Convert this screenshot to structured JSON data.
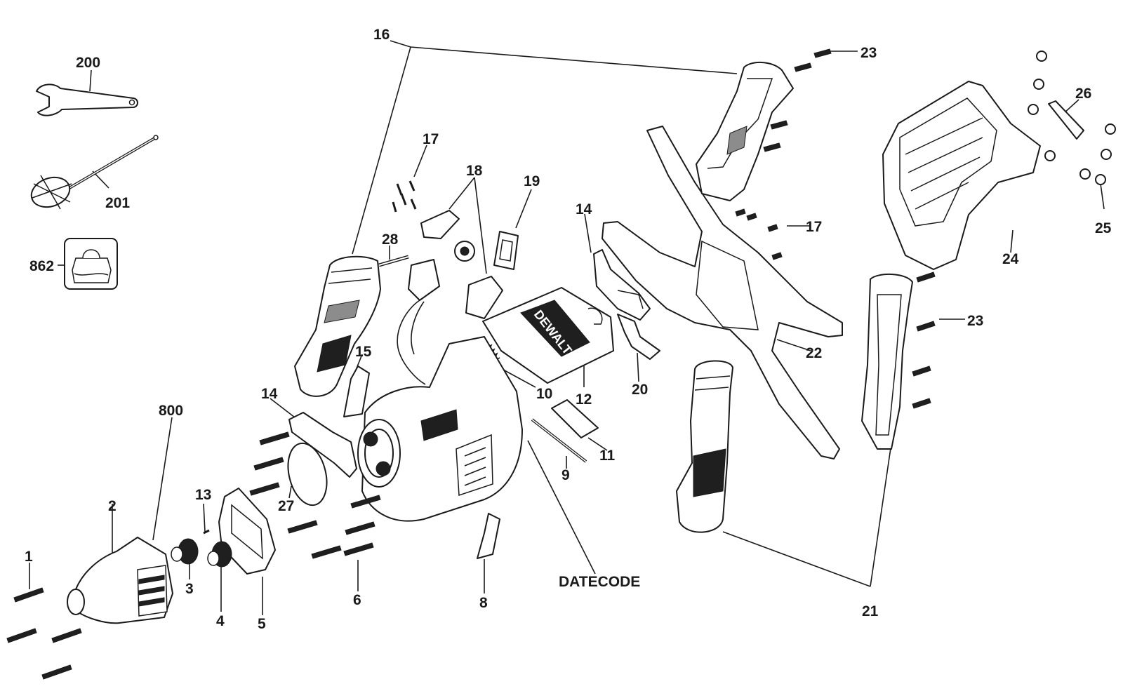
{
  "diagram": {
    "brand_logo": "DEWALT",
    "callouts": [
      {
        "id": "c-16",
        "text": "16"
      },
      {
        "id": "c-200",
        "text": "200"
      },
      {
        "id": "c-201",
        "text": "201"
      },
      {
        "id": "c-862",
        "text": "862"
      },
      {
        "id": "c-17a",
        "text": "17"
      },
      {
        "id": "c-18",
        "text": "18"
      },
      {
        "id": "c-19",
        "text": "19"
      },
      {
        "id": "c-28",
        "text": "28"
      },
      {
        "id": "c-14a",
        "text": "14"
      },
      {
        "id": "c-14b",
        "text": "14"
      },
      {
        "id": "c-23a",
        "text": "23"
      },
      {
        "id": "c-23b",
        "text": "23"
      },
      {
        "id": "c-26",
        "text": "26"
      },
      {
        "id": "c-17b",
        "text": "17"
      },
      {
        "id": "c-25",
        "text": "25"
      },
      {
        "id": "c-24",
        "text": "24"
      },
      {
        "id": "c-22",
        "text": "22"
      },
      {
        "id": "c-15",
        "text": "15"
      },
      {
        "id": "c-10",
        "text": "10"
      },
      {
        "id": "c-12",
        "text": "12"
      },
      {
        "id": "c-20",
        "text": "20"
      },
      {
        "id": "c-800",
        "text": "800"
      },
      {
        "id": "c-11",
        "text": "11"
      },
      {
        "id": "c-9",
        "text": "9"
      },
      {
        "id": "c-27",
        "text": "27"
      },
      {
        "id": "c-13",
        "text": "13"
      },
      {
        "id": "c-2",
        "text": "2"
      },
      {
        "id": "c-1",
        "text": "1"
      },
      {
        "id": "c-3",
        "text": "3"
      },
      {
        "id": "c-4",
        "text": "4"
      },
      {
        "id": "c-5",
        "text": "5"
      },
      {
        "id": "c-6",
        "text": "6"
      },
      {
        "id": "c-8",
        "text": "8"
      },
      {
        "id": "c-datecode",
        "text": "DATECODE"
      },
      {
        "id": "c-21",
        "text": "21"
      }
    ]
  }
}
